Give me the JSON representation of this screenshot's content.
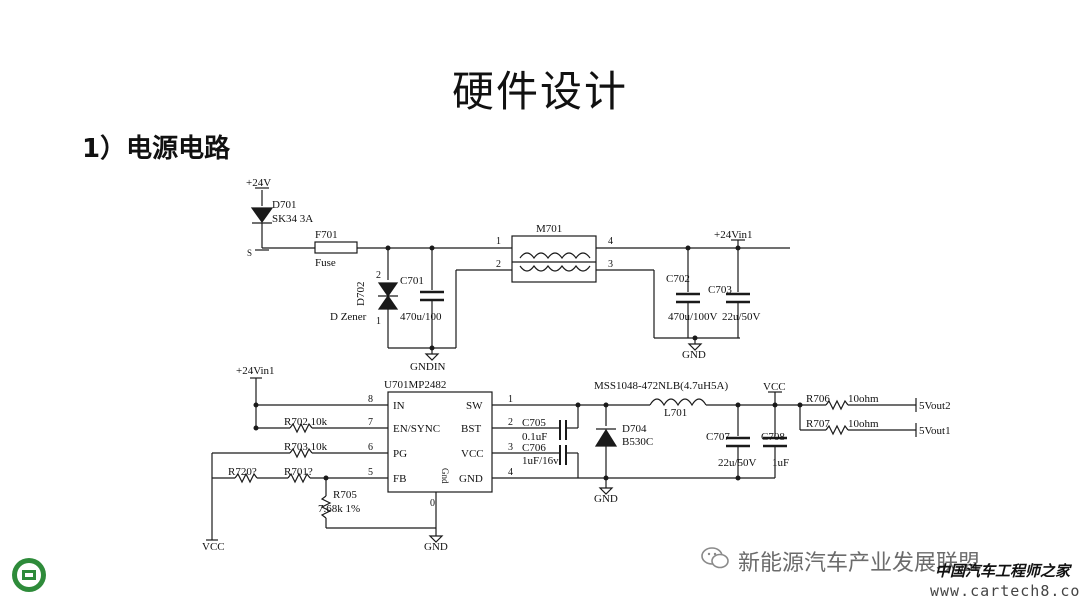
{
  "slide": {
    "title": "硬件设计",
    "subtitle": "1）电源电路"
  },
  "schematic": {
    "top": {
      "supply_in": "+24V",
      "d701_ref": "D701",
      "d701_val": "SK34  3A",
      "f701_ref": "F701",
      "f701_val": "Fuse",
      "d702_ref": "D702",
      "d702_val": "D Zener",
      "d702_pin2": "2",
      "d702_pin1": "1",
      "c701_ref": "C701",
      "c701_val": "470u/100",
      "m701_ref": "M701",
      "m701_pin1": "1",
      "m701_pin2": "2",
      "m701_pin3": "3",
      "m701_pin4": "4",
      "supply_out": "+24Vin1",
      "c702_ref": "C702",
      "c702_val": "470u/100V",
      "c703_ref": "C703",
      "c703_val": "22u/50V",
      "gndin": "GNDIN",
      "gnd": "GND",
      "stub_label": "S"
    },
    "bottom": {
      "supply_in": "+24Vin1",
      "u701_ref": "U701MP2482",
      "pin_in": "IN",
      "pin_en": "EN/SYNC",
      "pin_pg": "PG",
      "pin_fb": "FB",
      "pin_sw": "SW",
      "pin_bst": "BST",
      "pin_vcc": "VCC",
      "pin_gnd": "GND",
      "pin_gnd_vert": "Gnd",
      "num_8": "8",
      "num_7": "7",
      "num_6": "6",
      "num_5": "5",
      "num_1": "1",
      "num_2": "2",
      "num_3": "3",
      "num_4": "4",
      "num_0": "0",
      "r702": "R702 10k",
      "r703": "R703 10k",
      "r720": "R720?",
      "r701": "R701?",
      "r705_ref": "R705",
      "r705_val": "7.68k  1%",
      "c705_ref": "C705",
      "c705_val": "0.1uF",
      "c706_ref": "C706",
      "c706_val": "1uF/16v",
      "l701_part": "MSS1048-472NLB(4.7uH5A)",
      "l701_ref": "L701",
      "d704_ref": "D704",
      "d704_val": "B530C",
      "c707_ref": "C707",
      "c707_val": "22u/50V",
      "c708_ref": "C708",
      "c708_val": "1uF",
      "vcc_top": "VCC",
      "vcc_bottom": "VCC",
      "r706_ref": "R706",
      "r706_val": "10ohm",
      "r707_ref": "R707",
      "r707_val": "10ohm",
      "out_a": "5Vout2",
      "out_b": "5Vout1",
      "gnd_a": "GND",
      "gnd_b": "GND"
    }
  },
  "watermark": {
    "wechat": "新能源汽车产业发展联盟",
    "site_cn": "中国汽车工程师之家",
    "site_url": "www.cartech8.com"
  },
  "colors": {
    "wire": "#1a1a1a",
    "logo_green": "#2e8b3a",
    "watermark_gray": "#6b6b6b"
  }
}
